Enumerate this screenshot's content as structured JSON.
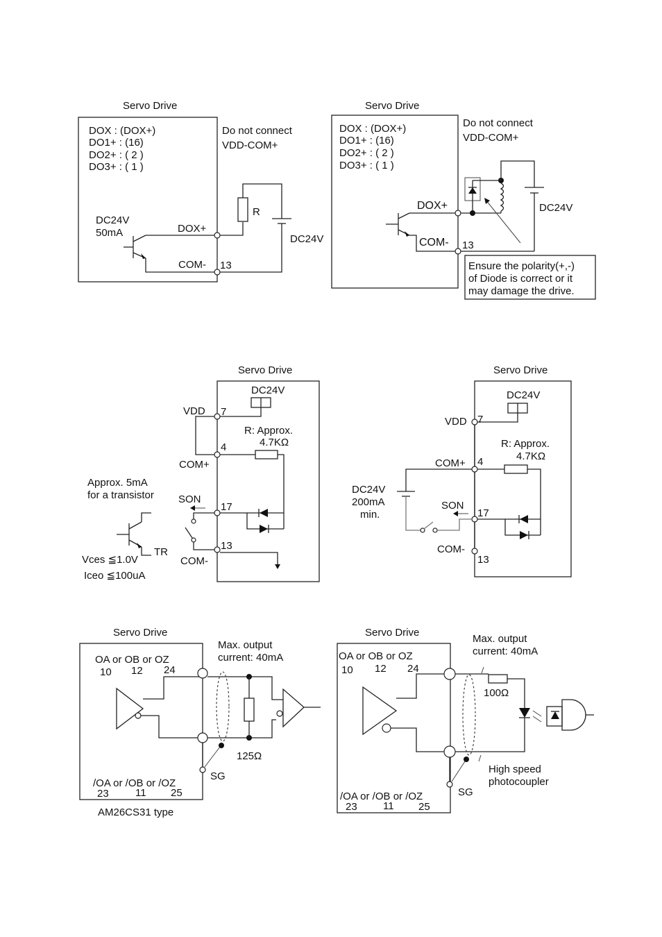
{
  "diagram1": {
    "title": "Servo Drive",
    "pins": [
      "DOX : (DOX+)",
      "DO1+ : (16)",
      "DO2+ : ( 2 )",
      "DO3+ : ( 1 )"
    ],
    "note": [
      "Do not connect",
      "VDD-COM+"
    ],
    "source": [
      "DC24V",
      "50mA"
    ],
    "dox": "DOX+",
    "com": "COM-",
    "com_pin": "13",
    "resistor": "R",
    "supply": "DC24V"
  },
  "diagram2": {
    "title": "Servo Drive",
    "pins": [
      "DOX : (DOX+)",
      "DO1+ : (16)",
      "DO2+ : ( 2 )",
      "DO3+ : ( 1 )"
    ],
    "note": [
      "Do not connect",
      "VDD-COM+"
    ],
    "dox": "DOX+",
    "com": "COM-",
    "com_pin": "13",
    "supply": "DC24V",
    "warning": [
      "Ensure the polarity(+,-)",
      "of Diode is correct or it",
      "may damage the drive."
    ]
  },
  "diagram3": {
    "title": "Servo Drive",
    "supply": "DC24V",
    "vdd": "VDD",
    "vdd_pin": "7",
    "com_plus": "COM+",
    "com_plus_pin": "4",
    "resistor": [
      "R: Approx.",
      "4.7KΩ"
    ],
    "note": [
      "Approx. 5mA",
      "for a transistor"
    ],
    "son": "SON",
    "son_pin": "17",
    "com_minus": "COM-",
    "com_minus_pin": "13",
    "tr": "TR",
    "vces": "Vces ≦1.0V",
    "iceo": "Iceo ≦100uA"
  },
  "diagram4": {
    "title": "Servo Drive",
    "supply": "DC24V",
    "vdd": "VDD",
    "vdd_pin": "7",
    "com_plus": "COM+",
    "com_plus_pin": "4",
    "resistor": [
      "R: Approx.",
      "4.7KΩ"
    ],
    "ext_supply": [
      "DC24V",
      "200mA",
      "min."
    ],
    "son": "SON",
    "son_pin": "17",
    "com_minus": "COM-",
    "com_minus_pin": "13"
  },
  "diagram5": {
    "title": "Servo Drive",
    "outputs": "OA or OB or OZ",
    "out_pins": [
      "10",
      "12",
      "24"
    ],
    "current": [
      "Max. output",
      "current: 40mA"
    ],
    "inv_outputs": "/OA or /OB or /OZ",
    "inv_pins": [
      "23",
      "11",
      "25"
    ],
    "sg": "SG",
    "resistor": "125Ω",
    "type": "AM26CS31 type"
  },
  "diagram6": {
    "title": "Servo Drive",
    "outputs": "OA or OB or OZ",
    "out_pins": [
      "10",
      "12",
      "24"
    ],
    "current": [
      "Max. output",
      "current: 40mA"
    ],
    "resistor": "100Ω",
    "photocoupler": [
      "High speed",
      "photocoupler"
    ],
    "sg": "SG",
    "inv_outputs": "/OA or /OB or /OZ",
    "inv_pins": [
      "23",
      "11",
      "25"
    ]
  }
}
